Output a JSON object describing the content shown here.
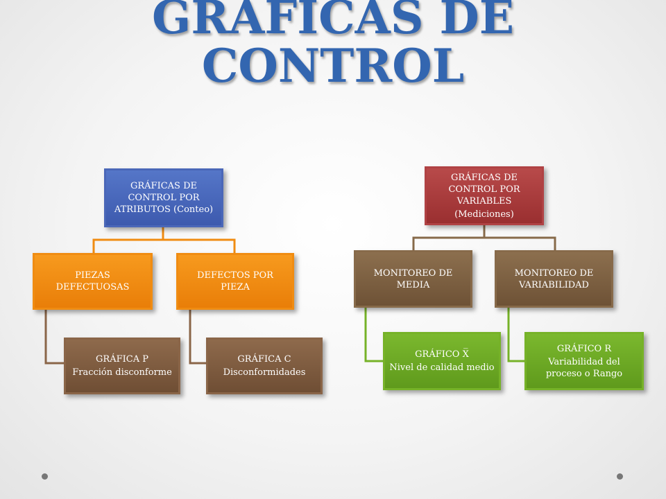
{
  "title": {
    "line1": "GRÁFICAS DE",
    "line2": "CONTROL"
  },
  "left": {
    "root": {
      "line1": "GRÁFICAS DE CONTROL POR ATRIBUTOS (Conteo)"
    },
    "child_a": {
      "line1": "PIEZAS DEFECTUOSAS"
    },
    "child_b": {
      "line1": "DEFECTOS POR PIEZA"
    },
    "leaf_a": {
      "line1": "GRÁFICA P",
      "line2": "Fracción disconforme"
    },
    "leaf_b": {
      "line1": "GRÁFICA C",
      "line2": "Disconformidades"
    }
  },
  "right": {
    "root": {
      "line1": "GRÁFICAS DE CONTROL POR VARIABLES",
      "line2": "(Mediciones)"
    },
    "child_a": {
      "line1": "MONITOREO DE MEDIA"
    },
    "child_b": {
      "line1": "MONITOREO DE VARIABILIDAD"
    },
    "leaf_a": {
      "line1": "GRÁFICO X̅",
      "line2": "Nivel de calidad medio"
    },
    "leaf_b": {
      "line1": "GRÁFICO R",
      "line2": "Variabilidad del proceso o Rango"
    }
  },
  "colors": {
    "title": "#3366b0",
    "attributes_root": "#4a67b8",
    "attributes_children": "#f08c12",
    "attributes_leaves": "#8a6548",
    "variables_root": "#b04244",
    "variables_children": "#876a4a",
    "variables_leaves": "#76b228"
  }
}
